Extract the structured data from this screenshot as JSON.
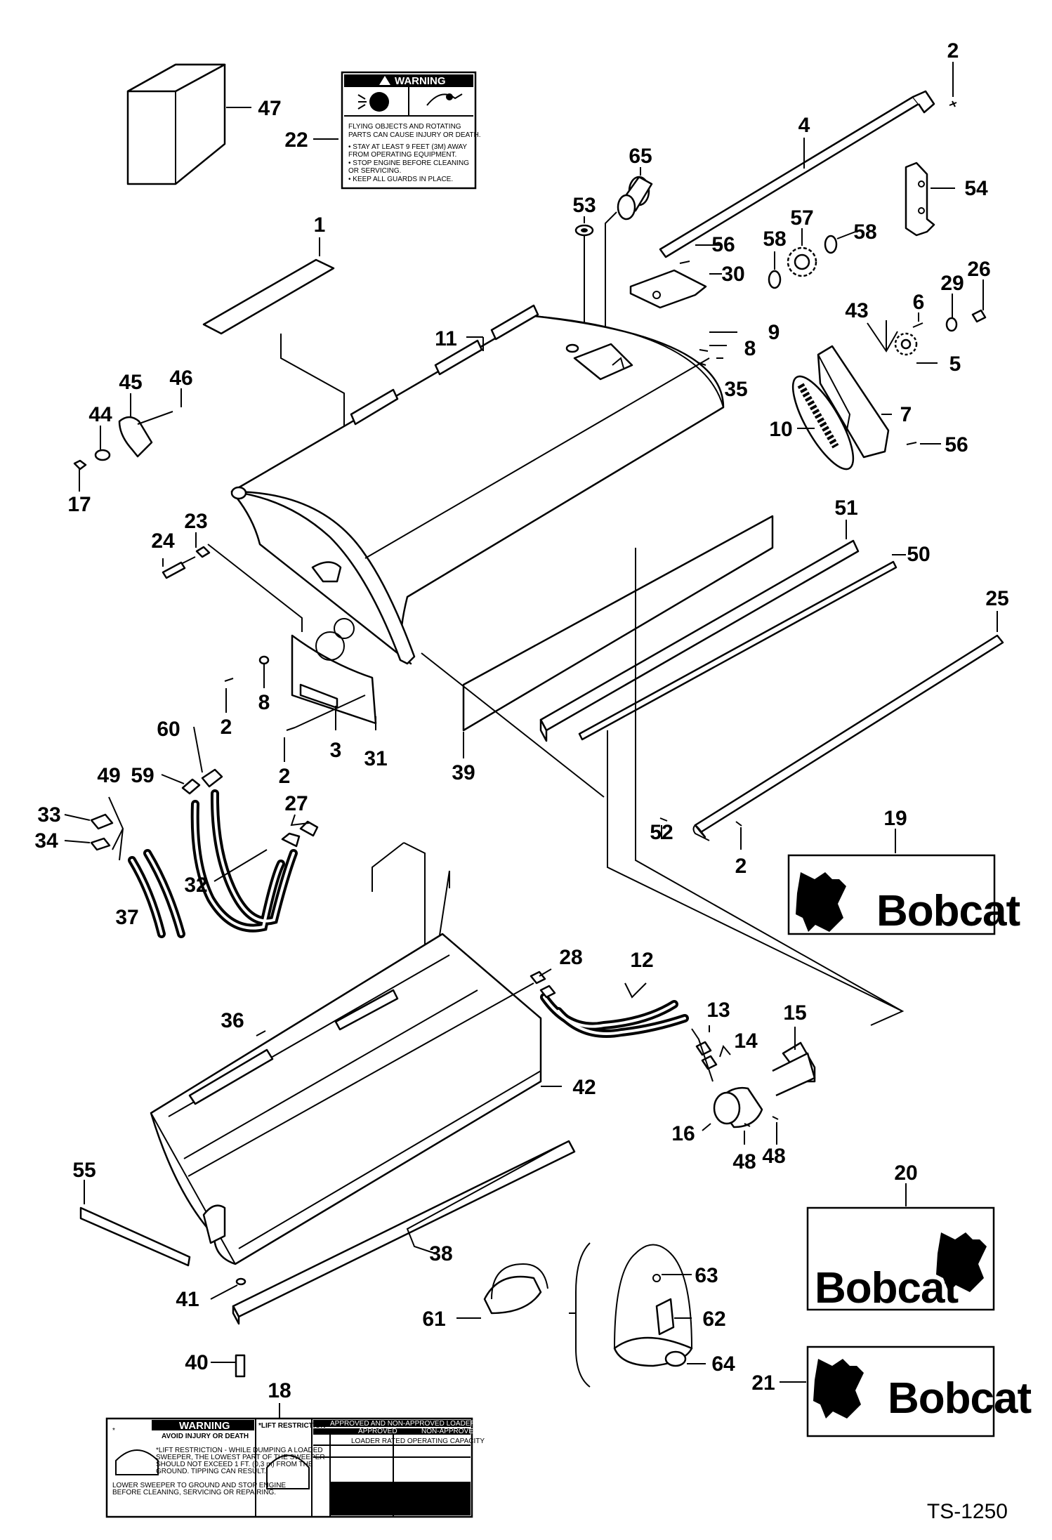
{
  "warning_decal_22": {
    "header": "WARNING",
    "lines": [
      "FLYING OBJECTS AND ROTATING",
      "PARTS CAN CAUSE INJURY OR DEATH.",
      "• STAY AT LEAST 9 FEET (3M) AWAY",
      "  FROM OPERATING EQUIPMENT.",
      "• STOP ENGINE BEFORE CLEANING",
      "  OR SERVICING.",
      "• KEEP ALL GUARDS IN PLACE."
    ]
  },
  "decal_18": {
    "header": "WARNING",
    "subheader": "AVOID INJURY OR DEATH",
    "lift_title": "*LIFT RESTRICTION",
    "table_title": "APPROVED AND NON-APPROVED LOADER-SWEEPER COMBINATION",
    "col_approved": "APPROVED",
    "col_non_approved": "NON-APPROVED",
    "rated_capacity": "LOADER RATED OPERATING CAPACITY",
    "lines": [
      "*LIFT RESTRICTION - WHILE DUMPING A LOADED",
      "SWEEPER, THE LOWEST PART OF THE SWEEPER",
      "SHOULD NOT EXCEED 1 FT. (0,3 m) FROM THE",
      "GROUND. TIPPING CAN RESULT.",
      "LOWER SWEEPER TO GROUND AND STOP ENGINE",
      "BEFORE CLEANING, SERVICING OR REPAIRING."
    ]
  },
  "logo_text": "Bobcat",
  "drawing_id": "TS-1250",
  "callouts": {
    "c1": "1",
    "c2a": "2",
    "c2b": "2",
    "c2c": "2",
    "c2d": "2",
    "c3": "3",
    "c4": "4",
    "c5": "5",
    "c6": "6",
    "c7": "7",
    "c8a": "8",
    "c8b": "8",
    "c9": "9",
    "c10": "10",
    "c11": "11",
    "c12": "12",
    "c13": "13",
    "c14": "14",
    "c15": "15",
    "c16": "16",
    "c17": "17",
    "c18": "18",
    "c19": "19",
    "c20": "20",
    "c21": "21",
    "c22": "22",
    "c23": "23",
    "c24": "24",
    "c25": "25",
    "c26": "26",
    "c27": "27",
    "c28": "28",
    "c29": "29",
    "c30": "30",
    "c31": "31",
    "c32": "32",
    "c33": "33",
    "c34": "34",
    "c35": "35",
    "c36": "36",
    "c37": "37",
    "c38": "38",
    "c39": "39",
    "c40": "40",
    "c41": "41",
    "c42": "42",
    "c43": "43",
    "c44": "44",
    "c45": "45",
    "c46": "46",
    "c47": "47",
    "c48a": "48",
    "c48b": "48",
    "c49": "49",
    "c50": "50",
    "c51": "51",
    "c52": "52",
    "c53": "53",
    "c54": "54",
    "c55": "55",
    "c56a": "56",
    "c56b": "56",
    "c57": "57",
    "c58a": "58",
    "c58b": "58",
    "c59": "59",
    "c60": "60",
    "c61": "61",
    "c62": "62",
    "c63": "63",
    "c64": "64",
    "c65": "65"
  }
}
